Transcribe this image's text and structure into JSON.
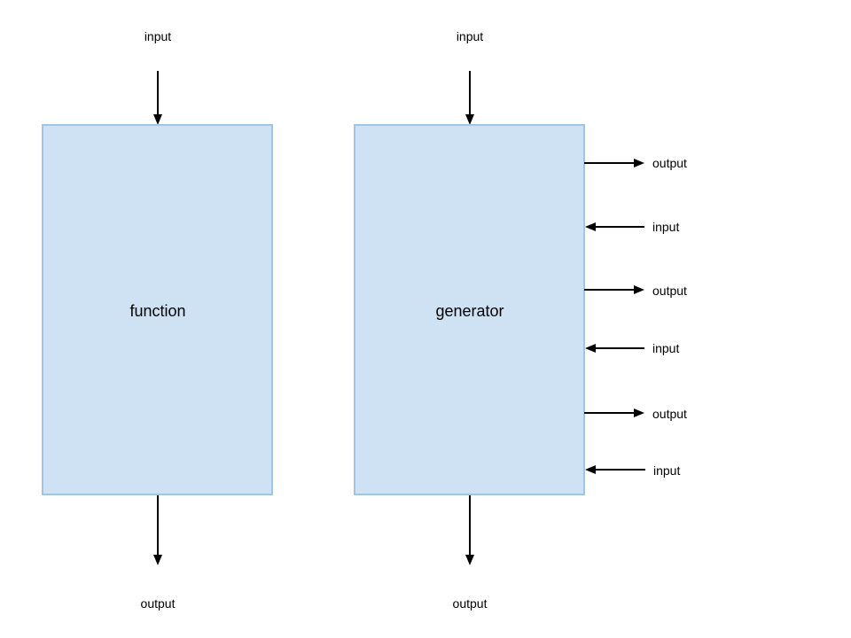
{
  "function_block": {
    "label": "function",
    "input_label": "input",
    "output_label": "output"
  },
  "generator_block": {
    "label": "generator",
    "input_label": "input",
    "output_label": "output",
    "side_ports": [
      {
        "direction": "out",
        "label": "output"
      },
      {
        "direction": "in",
        "label": "input"
      },
      {
        "direction": "out",
        "label": "output"
      },
      {
        "direction": "in",
        "label": "input"
      },
      {
        "direction": "out",
        "label": "output"
      },
      {
        "direction": "in",
        "label": "input"
      }
    ]
  }
}
